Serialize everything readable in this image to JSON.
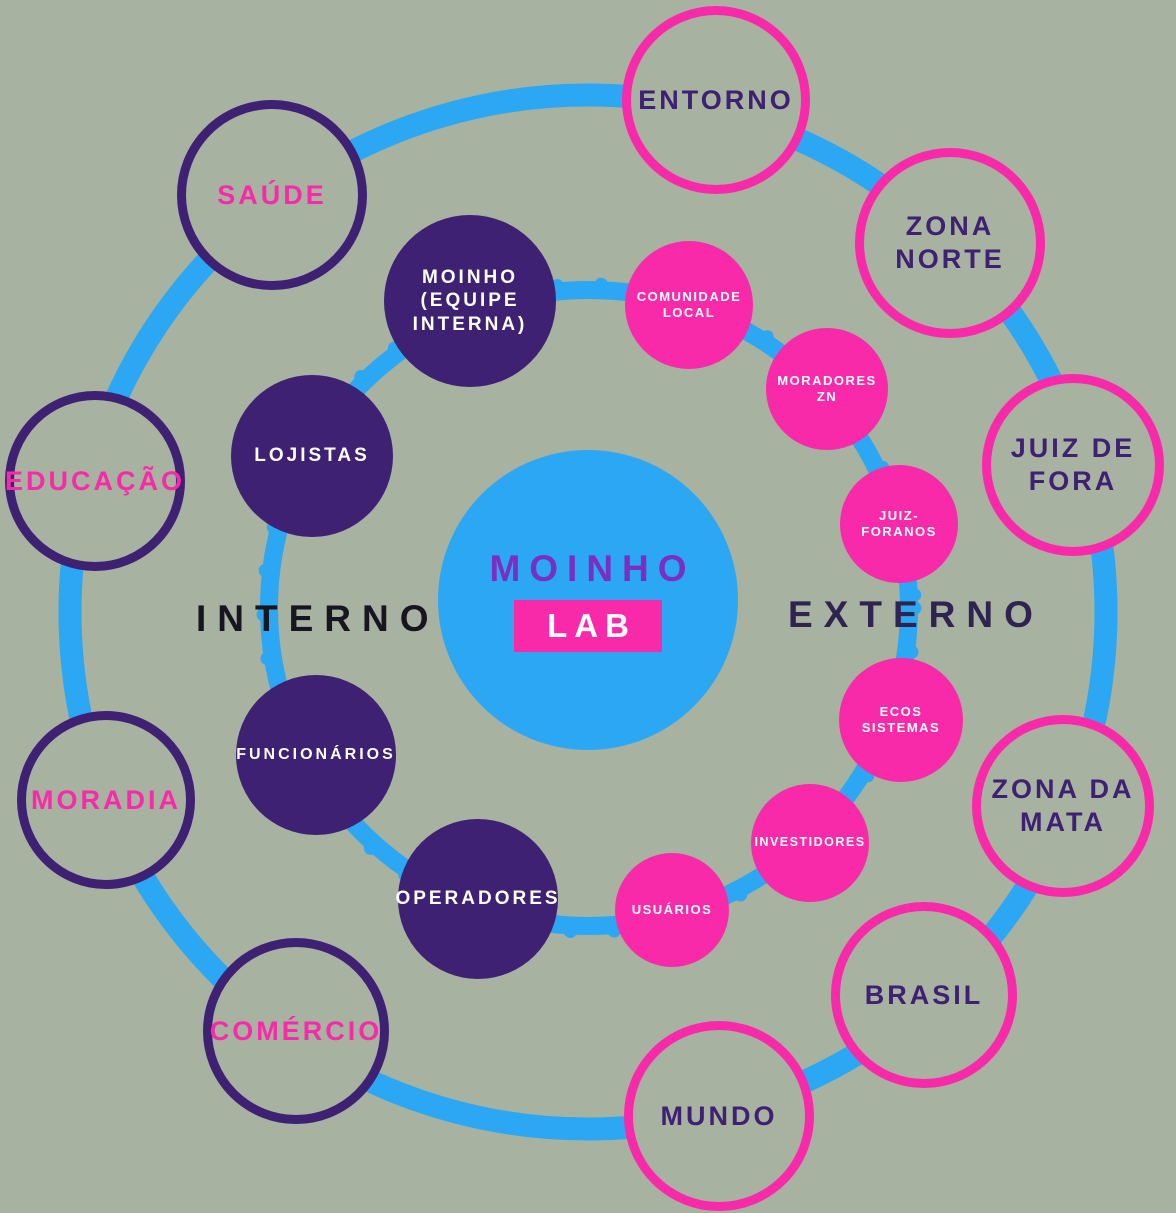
{
  "diagram_title": "MOINHO LAB stakeholder ecosystem map",
  "colors": {
    "background": "#a7b2a0",
    "ring_blue": "#2ba7f3",
    "deep_purple": "#3e2173",
    "pink": "#f92aa9",
    "center_title_purple": "#7b2ec2",
    "white": "#ffffff"
  },
  "center": {
    "title": "MOINHO",
    "badge": "LAB"
  },
  "regions": {
    "inner": "INTERNO",
    "outer": "EXTERNO"
  },
  "inner_nodes": [
    {
      "id": "moinho-equipe",
      "label": "MOINHO\n(EQUIPE\nINTERNA)",
      "group": "interno",
      "style": "filled-purple"
    },
    {
      "id": "lojistas",
      "label": "LOJISTAS",
      "group": "interno",
      "style": "filled-purple"
    },
    {
      "id": "funcionarios",
      "label": "FUNCIONÁRIOS",
      "group": "interno",
      "style": "filled-purple"
    },
    {
      "id": "operadores",
      "label": "OPERADORES",
      "group": "interno",
      "style": "filled-purple"
    },
    {
      "id": "comunidade-local",
      "label": "COMUNIDADE\nLOCAL",
      "group": "externo",
      "style": "filled-pink"
    },
    {
      "id": "moradores-zn",
      "label": "MORADORES\nZN",
      "group": "externo",
      "style": "filled-pink"
    },
    {
      "id": "juiz-foranos",
      "label": "JUIZ-\nFORANOS",
      "group": "externo",
      "style": "filled-pink"
    },
    {
      "id": "ecos-sistemas",
      "label": "ECOS\nSISTEMAS",
      "group": "externo",
      "style": "filled-pink"
    },
    {
      "id": "investidores",
      "label": "INVESTIDORES",
      "group": "externo",
      "style": "filled-pink"
    },
    {
      "id": "usuarios",
      "label": "USUÁRIOS",
      "group": "externo",
      "style": "filled-pink"
    }
  ],
  "outer_nodes": [
    {
      "id": "saude",
      "label": "SAÚDE",
      "group": "interno",
      "style": "outline-purple"
    },
    {
      "id": "educacao",
      "label": "EDUCAÇÃO",
      "group": "interno",
      "style": "outline-purple"
    },
    {
      "id": "moradia",
      "label": "MORADIA",
      "group": "interno",
      "style": "outline-purple"
    },
    {
      "id": "comercio",
      "label": "COMÉRCIO",
      "group": "interno",
      "style": "outline-purple"
    },
    {
      "id": "entorno",
      "label": "ENTORNO",
      "group": "externo",
      "style": "outline-pink"
    },
    {
      "id": "zona-norte",
      "label": "ZONA\nNORTE",
      "group": "externo",
      "style": "outline-pink"
    },
    {
      "id": "juiz-de-fora",
      "label": "JUIZ DE\nFORA",
      "group": "externo",
      "style": "outline-pink"
    },
    {
      "id": "zona-da-mata",
      "label": "ZONA DA\nMATA",
      "group": "externo",
      "style": "outline-pink"
    },
    {
      "id": "brasil",
      "label": "BRASIL",
      "group": "externo",
      "style": "outline-pink"
    },
    {
      "id": "mundo",
      "label": "MUNDO",
      "group": "externo",
      "style": "outline-pink"
    }
  ]
}
